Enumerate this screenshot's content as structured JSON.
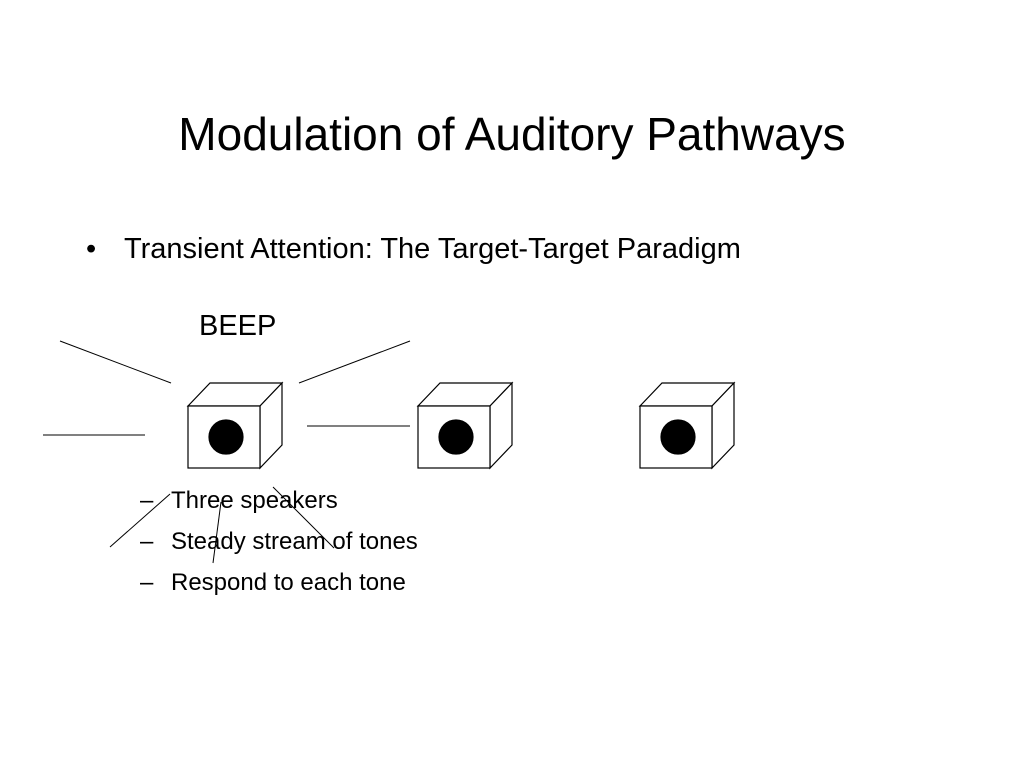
{
  "slide": {
    "title": "Modulation of Auditory Pathways",
    "bullet": {
      "marker": "•",
      "text": "Transient Attention: The Target-Target Paradigm"
    },
    "diagram": {
      "beep_label": "BEEP",
      "speakers": [
        "speaker-1",
        "speaker-2",
        "speaker-3"
      ],
      "icons": {
        "speaker": "speaker-cube-icon",
        "sound_wave": "sound-wave-lines"
      }
    },
    "sub_bullets": {
      "marker": "–",
      "items": [
        "Three speakers",
        "Steady stream of tones",
        "Respond to each tone"
      ]
    }
  }
}
